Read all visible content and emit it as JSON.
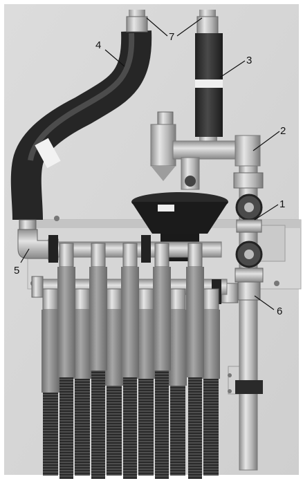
{
  "callouts": {
    "label_1": "1",
    "label_2": "2",
    "label_3": "3",
    "label_4": "4",
    "label_5": "5",
    "label_6": "6",
    "label_7": "7"
  }
}
